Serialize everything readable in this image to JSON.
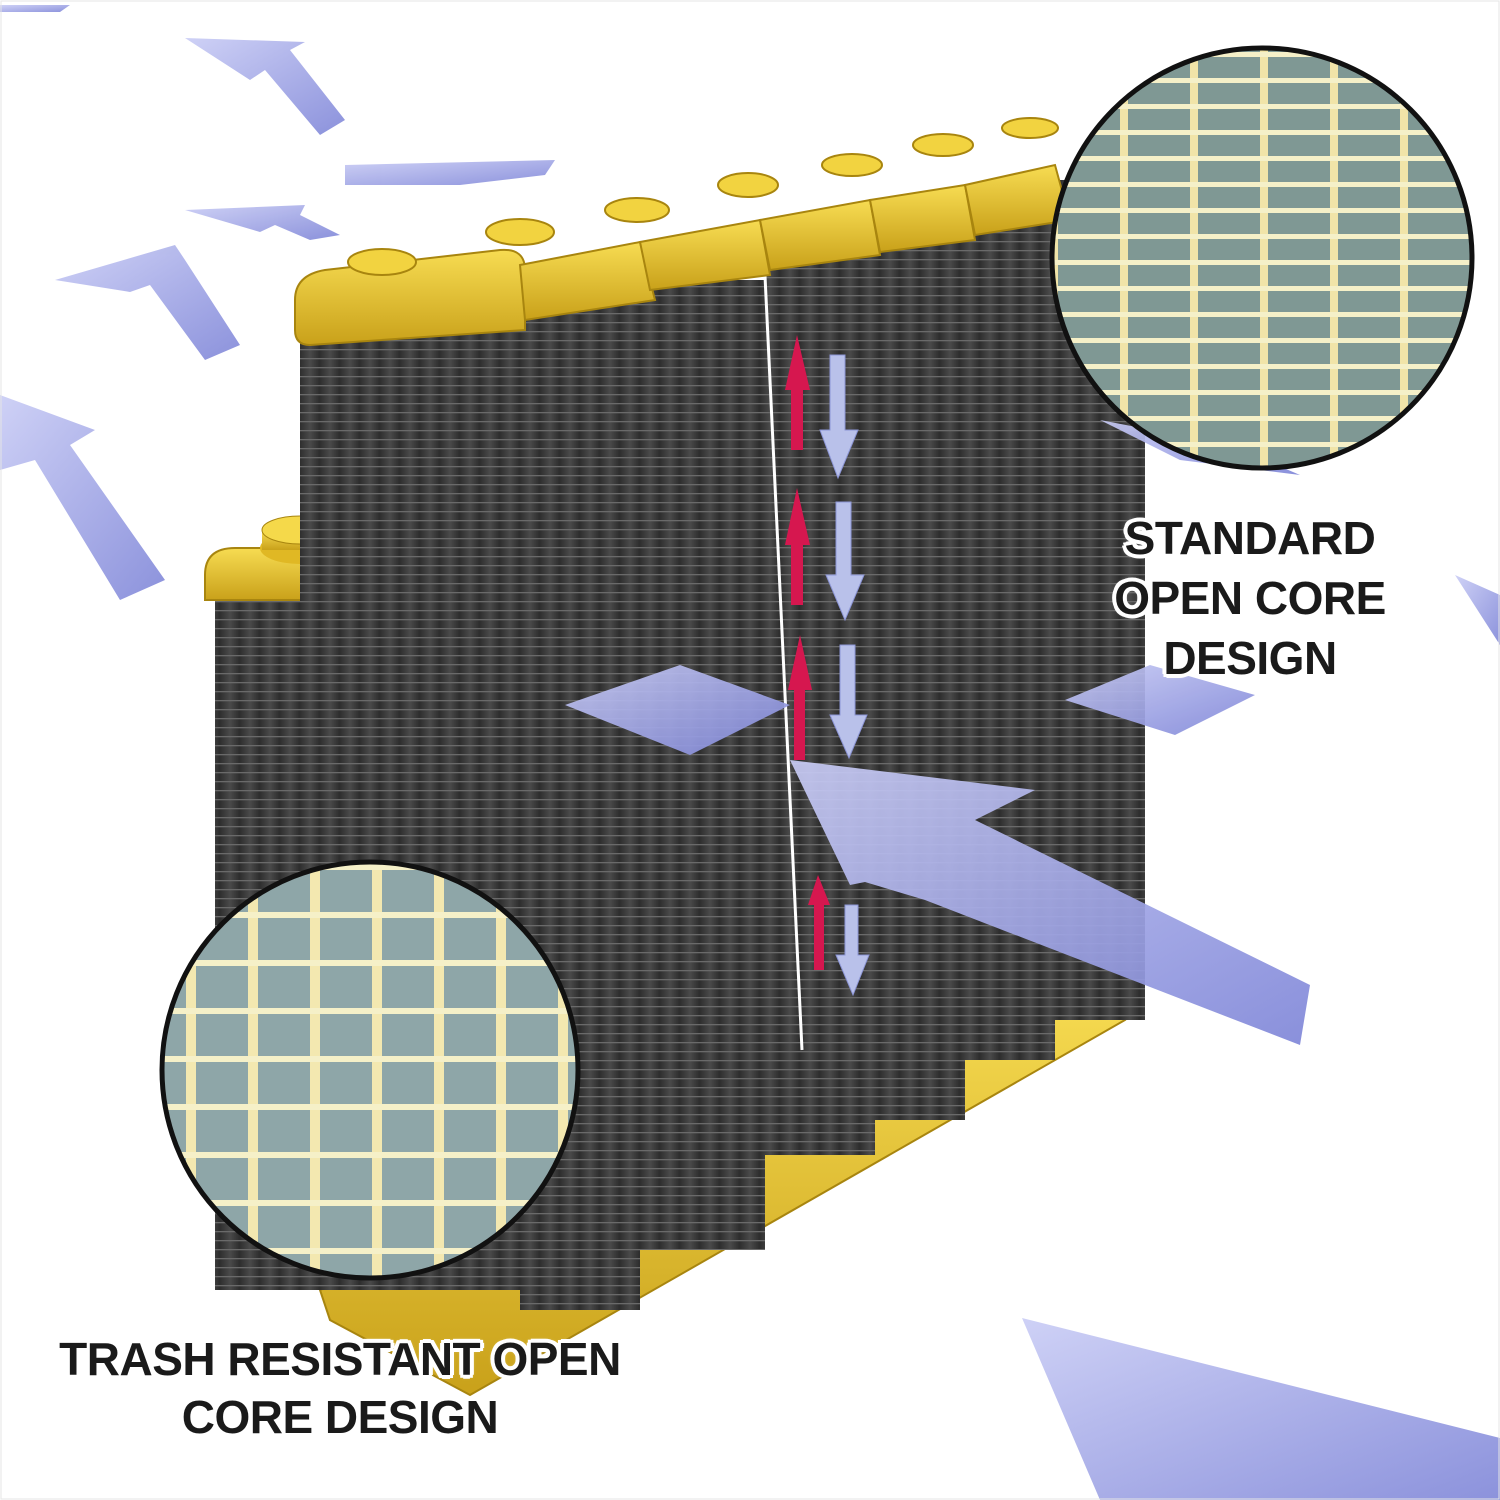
{
  "labels": {
    "standard": [
      "STANDARD",
      "OPEN CORE",
      "DESIGN"
    ],
    "trash": [
      "TRASH RESISTANT OPEN",
      "CORE DESIGN"
    ]
  },
  "colors": {
    "core_dark": "#3b3b3b",
    "tank_yellow": "#e8c12a",
    "airflow_arrow": "#9ea3e6",
    "hot_flow_arrow": "#d6174f",
    "cool_flow_arrow": "#b9c1ea",
    "fin_mesh": "#8fa3a3"
  },
  "icons": [
    "airflow-arrow-icon",
    "coolant-up-arrow-icon",
    "coolant-down-arrow-icon",
    "zoom-magnifier-icon"
  ]
}
